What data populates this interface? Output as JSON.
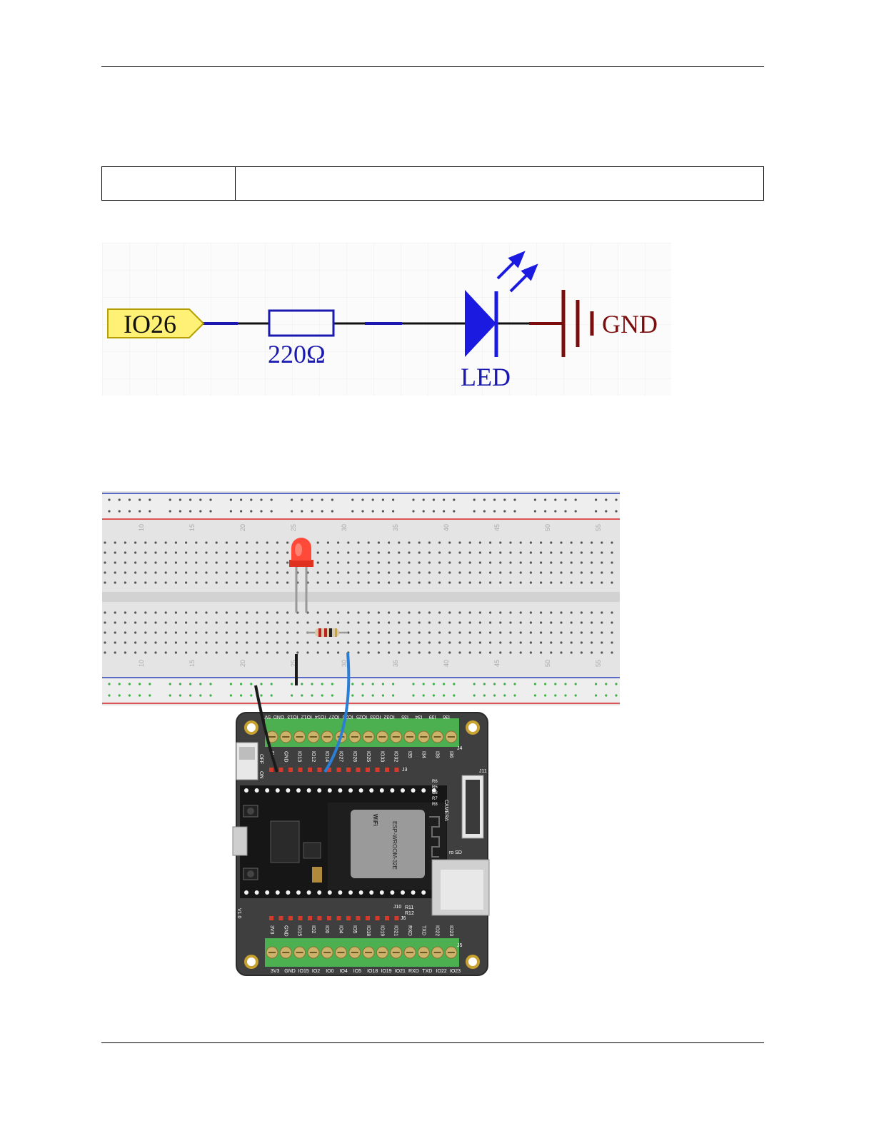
{
  "table": {
    "cell_left": "",
    "cell_right": ""
  },
  "schematic": {
    "pin_label": "IO26",
    "resistor_label": "220Ω",
    "led_label": "LED",
    "ground_label": "GND"
  },
  "breadboard": {
    "column_numbers": [
      "10",
      "15",
      "20",
      "25",
      "30",
      "35",
      "40",
      "45",
      "50",
      "55"
    ]
  },
  "board": {
    "top_terminal_labels": [
      "5V",
      "GND",
      "IO13",
      "IO12",
      "IO14",
      "IO27",
      "IO26",
      "IO25",
      "IO33",
      "IO32",
      "I35",
      "I34",
      "I39",
      "I36"
    ],
    "top_header_labels": [
      "5V",
      "GND",
      "IO13",
      "IO12",
      "IO14",
      "IO27",
      "IO26",
      "IO25",
      "IO33",
      "IO32",
      "I35",
      "I34",
      "I39",
      "I36"
    ],
    "bottom_terminal_labels": [
      "3V3",
      "GND",
      "IO15",
      "IO2",
      "IO0",
      "IO4",
      "IO5",
      "IO18",
      "IO19",
      "IO21",
      "RXD",
      "TXD",
      "IO22",
      "IO23"
    ],
    "bottom_header_labels": [
      "3V3",
      "GND",
      "IO15",
      "IO2",
      "IO0",
      "IO4",
      "IO5",
      "IO18",
      "IO19",
      "IO21",
      "RXD",
      "TXD",
      "IO22",
      "IO23"
    ],
    "switch_off": "OFF",
    "switch_on": "ON",
    "j3": "J3",
    "j4": "J4",
    "j5": "J5",
    "j6": "J6",
    "j10": "J10",
    "j11": "J11",
    "camera": "CAMERA",
    "micro_sd": "ro SD",
    "module_name": "ESP-WROOM-32E",
    "wifi": "WiFi",
    "version": "V1.0",
    "r_labels": [
      "R6",
      "R5",
      "C8",
      "R7",
      "R8"
    ],
    "r11": "R11",
    "r12": "R12"
  }
}
